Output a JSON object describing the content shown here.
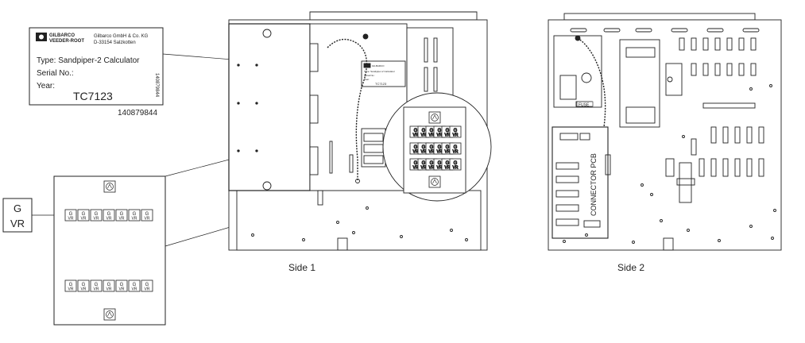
{
  "nameplate": {
    "brand_line1": "GILBARCO",
    "brand_line2": "VEEDER-ROOT",
    "company_line1": "Gilbarco GmbH & Co. KG",
    "company_line2": "D-33154 Salzkotten",
    "type_label": "Type: Sandpiper-2  Calculator",
    "serial_label": "Serial No.:",
    "year_label": "Year:",
    "model": "TC7123",
    "side_number": "140879844",
    "part_number": "140879844"
  },
  "legend_box": {
    "line1": "G",
    "line2": "VR"
  },
  "side1": {
    "caption": "Side 1",
    "mini_nameplate": {
      "type_label": "Type: Sandpiper-2  Calculator",
      "serial_label": "Serial No.:",
      "year_label": "Year:",
      "model": "TC7123"
    }
  },
  "side2": {
    "caption": "Side 2",
    "fuse_label": "FUSE",
    "pcb_label": "CONNECTOR PCB"
  },
  "colors": {
    "line": "#222222",
    "background": "#ffffff"
  }
}
